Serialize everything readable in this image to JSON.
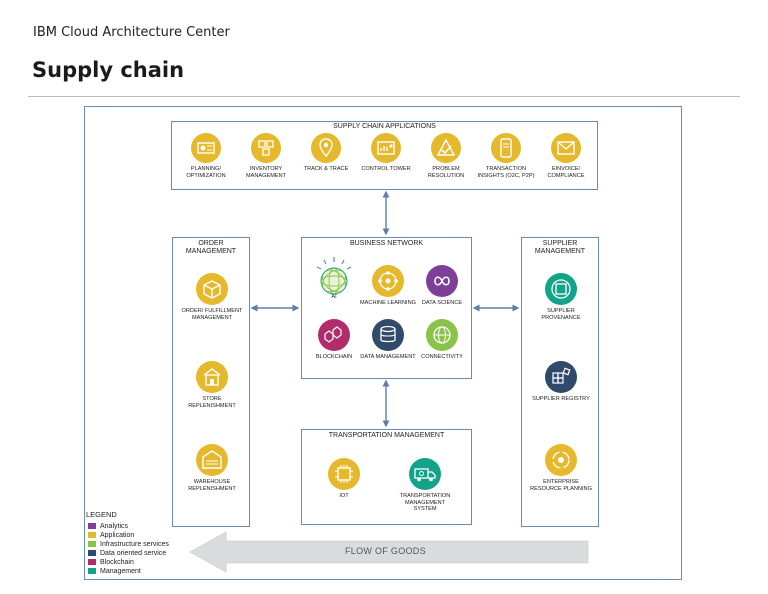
{
  "header": {
    "brand": "IBM Cloud Architecture Center",
    "title": "Supply chain"
  },
  "sections": {
    "apps": {
      "title": "SUPPLY CHAIN APPLICATIONS",
      "items": [
        "PLANNING/ OPTIMIZATION",
        "INVENTORY MANAGEMENT",
        "TRACK & TRACE",
        "CONTROL TOWER",
        "PROBLEM RESOLUTION",
        "TRANSACTION INSIGHTS (O2C, P2P)",
        "eINVOICE/ COMPLIANCE"
      ]
    },
    "order": {
      "title": "ORDER MANAGEMENT",
      "items": [
        "ORDER/ FULFILLMENT MANAGEMENT",
        "STORE REPLENISHMENT",
        "WAREHOUSE REPLENISHMENT"
      ]
    },
    "network": {
      "title": "BUSINESS NETWORK",
      "items": [
        "AI",
        "MACHINE LEARNING",
        "DATA SCIENCE",
        "BLOCKCHAIN",
        "DATA MANAGEMENT",
        "CONNECTIVITY"
      ]
    },
    "supplier": {
      "title": "SUPPLIER MANAGEMENT",
      "items": [
        "SUPPLIER PROVENANCE",
        "SUPPLIER REGISTRY",
        "ENTERPRISE RESOURCE PLANNING"
      ]
    },
    "transport": {
      "title": "TRANSPORTATION MANAGEMENT",
      "items": [
        "IoT",
        "TRANSPORTATION MANAGEMENT SYSTEM"
      ]
    }
  },
  "legend": {
    "title": "LEGEND",
    "items": [
      {
        "label": "Analytics",
        "color": "#7f3f98"
      },
      {
        "label": "Application",
        "color": "#e5b92b"
      },
      {
        "label": "Infrastructure services",
        "color": "#8bc34a"
      },
      {
        "label": "Data oriented service",
        "color": "#2f4a6b"
      },
      {
        "label": "Blockchain",
        "color": "#b02c6a"
      },
      {
        "label": "Management",
        "color": "#12a38a"
      }
    ]
  },
  "flow": {
    "label": "FLOW OF GOODS"
  },
  "colors": {
    "application": "#e5b92b",
    "analytics": "#7f3f98",
    "infrastructure": "#8bc34a",
    "data": "#2f4a6b",
    "blockchain": "#b02c6a",
    "management": "#12a38a",
    "border": "#6a8cb0",
    "arrow": "#5b7fa6",
    "flow": "#d9dbdd"
  }
}
